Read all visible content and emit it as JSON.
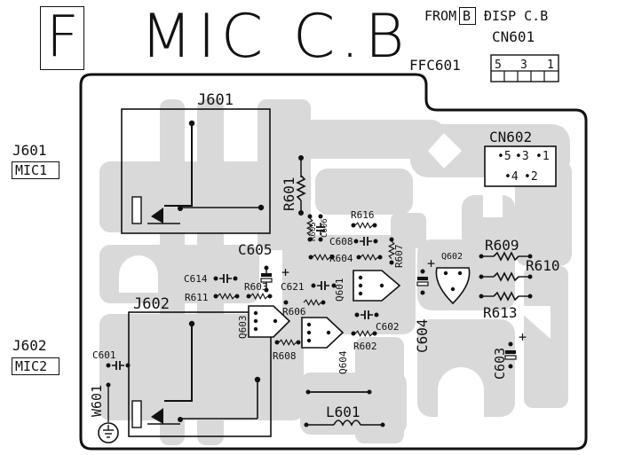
{
  "header": {
    "board_letter": "F",
    "board_title": "MIC C.B",
    "from_prefix": "FROM",
    "from_board_letter": "B",
    "from_board_name": "ĐISP C.B",
    "connector_label": "CN601",
    "ffc_label": "FFC601",
    "ffc_pins": [
      "5",
      "3",
      "1"
    ]
  },
  "side_labels": {
    "jack1_ref": "J601",
    "jack1_name": "MIC1",
    "jack2_ref": "J602",
    "jack2_name": "MIC2"
  },
  "parts": {
    "J601": "J601",
    "J602": "J602",
    "CN602": "CN602",
    "cn602_pins": [
      "•5",
      "•3",
      "•1",
      "•4",
      "•2"
    ],
    "R601": "R601",
    "R605": "R605",
    "C606": "C606",
    "R616": "R616",
    "C605": "C605",
    "C608": "C608",
    "R604": "R604",
    "R607": "R607",
    "Q602": "Q602",
    "R609": "R609",
    "R610": "R610",
    "C614": "C614",
    "R603": "R603",
    "C621": "C621",
    "Q601": "Q601",
    "R611": "R611",
    "R606": "R606",
    "C604": "C604",
    "R613": "R613",
    "Q603": "Q603",
    "C602": "C602",
    "R608": "R608",
    "Q604": "Q604",
    "R602": "R602",
    "C603": "C603",
    "C601": "C601",
    "W601": "W601",
    "L601": "L601"
  },
  "colors": {
    "ink": "#111111",
    "copper": "#d9d9d9",
    "paper": "#ffffff"
  }
}
